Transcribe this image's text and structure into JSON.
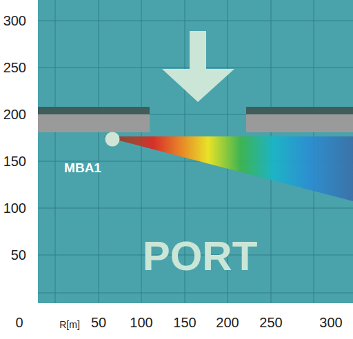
{
  "diagram": {
    "nodes": [
      {
        "text": [
          "MBA1"
        ]
      }
    ],
    "labels": [
      "300",
      "250",
      "200",
      "150",
      "100",
      "50",
      "PORT",
      "0",
      "R[m]",
      "50",
      "100",
      "150",
      "200",
      "250",
      "300"
    ]
  }
}
